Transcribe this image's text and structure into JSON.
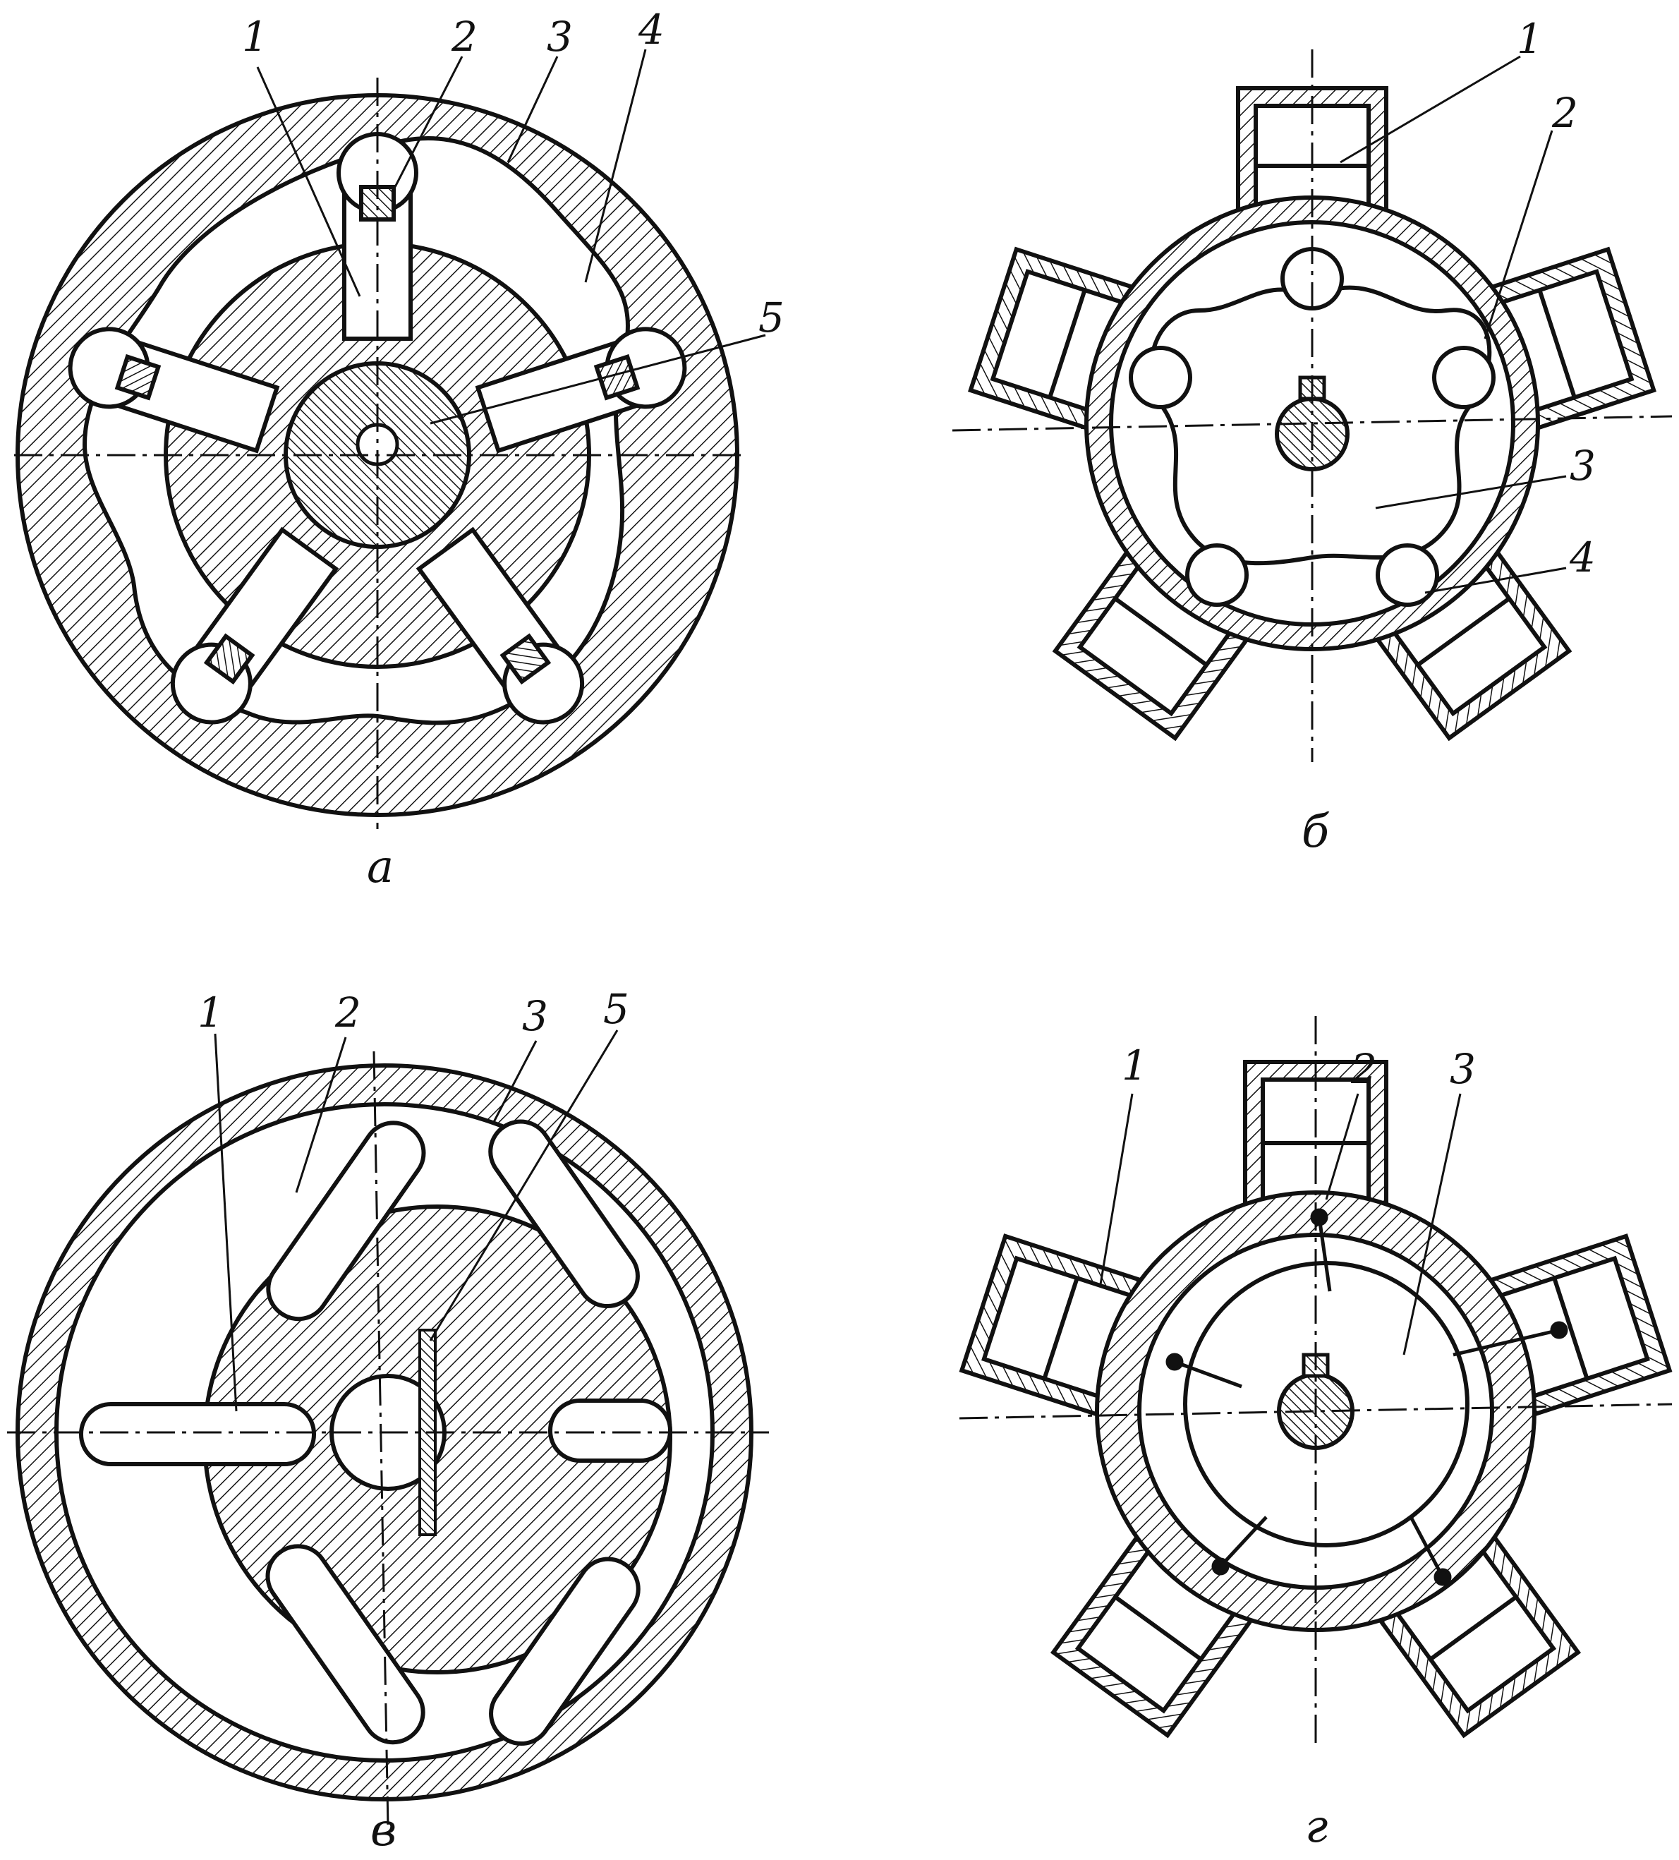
{
  "colors": {
    "ink": "#111111",
    "paper": "#ffffff"
  },
  "panels": [
    {
      "id": "a",
      "caption": "а",
      "labels": [
        "1",
        "2",
        "3",
        "4",
        "5"
      ]
    },
    {
      "id": "b",
      "caption": "б",
      "labels": [
        "1",
        "2",
        "3",
        "4"
      ]
    },
    {
      "id": "c",
      "caption": "в",
      "labels": [
        "1",
        "2",
        "3",
        "5"
      ]
    },
    {
      "id": "d",
      "caption": "г",
      "labels": [
        "1",
        "2",
        "3"
      ]
    }
  ]
}
